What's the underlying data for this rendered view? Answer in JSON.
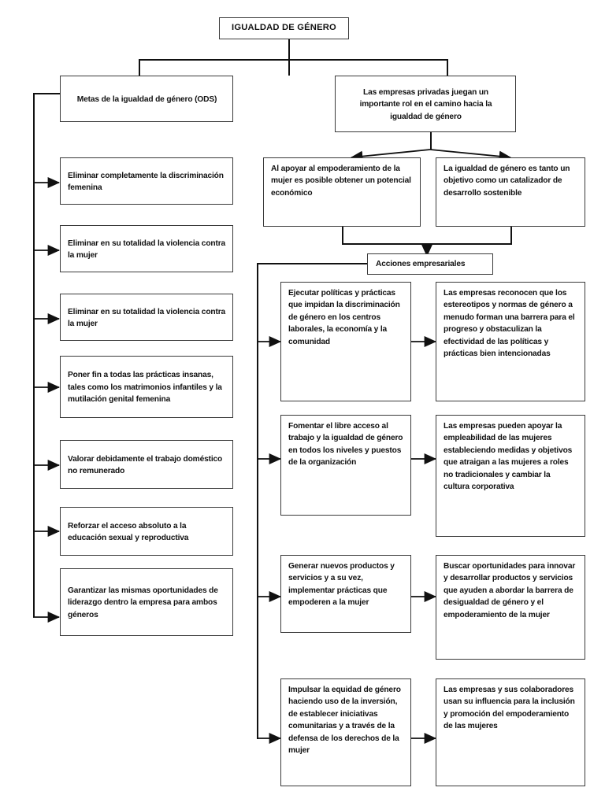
{
  "diagram": {
    "title": "IGUALDAD DE GÉNERO",
    "root": {
      "label": "IGUALDAD DE GÉNERO"
    },
    "branches": [
      {
        "id": "metas",
        "label": "Metas de la igualdad de género (ODS)"
      },
      {
        "id": "empresas",
        "label": "Las empresas privadas juegan un importante rol en el camino hacia la igualdad de género"
      }
    ],
    "ods_goals": [
      {
        "id": "ods-1",
        "label": "Eliminar completamente la discriminación femenina"
      },
      {
        "id": "ods-2",
        "label": "Eliminar en su totalidad la violencia contra la mujer"
      },
      {
        "id": "ods-3",
        "label": "Eliminar en su totalidad la violencia contra la mujer"
      },
      {
        "id": "ods-4",
        "label": "Poner fin a todas las prácticas insanas, tales como los matrimonios infantiles y la mutilación genital femenina"
      },
      {
        "id": "ods-5",
        "label": "Valorar debidamente el trabajo doméstico no remunerado"
      },
      {
        "id": "ods-6",
        "label": "Reforzar el acceso absoluto a la educación sexual y reproductiva"
      },
      {
        "id": "ods-7",
        "label": "Garantizar las mismas oportunidades de liderazgo dentro la empresa para ambos géneros"
      }
    ],
    "rationale": [
      {
        "id": "rationale-1",
        "label": "Al apoyar al empoderamiento de la mujer es  posible obtener un potencial económico"
      },
      {
        "id": "rationale-2",
        "label": "La igualdad de género es tanto un objetivo como un catalizador de desarrollo sostenible"
      }
    ],
    "actions_header": {
      "label": "Acciones empresariales"
    },
    "actions": [
      {
        "id": "action-1",
        "left": "Ejecutar políticas y prácticas que impidan la discriminación de género en los centros laborales, la economía y la comunidad",
        "right": "Las empresas reconocen que los estereotipos y normas de género a menudo forman una barrera para el progreso y obstaculizan la efectividad de las políticas y prácticas bien intencionadas"
      },
      {
        "id": "action-2",
        "left": "Fomentar el libre acceso al trabajo y la igualdad de género en todos los niveles y puestos de la organización",
        "right": "Las empresas pueden apoyar la empleabilidad de las mujeres  estableciendo medidas y objetivos que atraigan a las mujeres a roles no tradicionales y cambiar la cultura corporativa"
      },
      {
        "id": "action-3",
        "left": "Generar nuevos productos y servicios y a su vez, implementar prácticas que empoderen a la mujer",
        "right": "Buscar oportunidades para innovar y desarrollar productos y servicios que ayuden a abordar la barrera de desigualdad de género y el empoderamiento de la mujer"
      },
      {
        "id": "action-4",
        "left": "Impulsar la equidad de género haciendo uso de la inversión, de establecer iniciativas comunitarias y a través de la defensa de los derechos de la mujer",
        "right": "Las empresas y sus colaboradores usan su influencia para la inclusión y promoción del empoderamiento de las mujeres"
      }
    ],
    "colors": {
      "box_border": "#3a3a3a",
      "line": "#111111",
      "background": "#ffffff",
      "text": "#111111"
    }
  }
}
